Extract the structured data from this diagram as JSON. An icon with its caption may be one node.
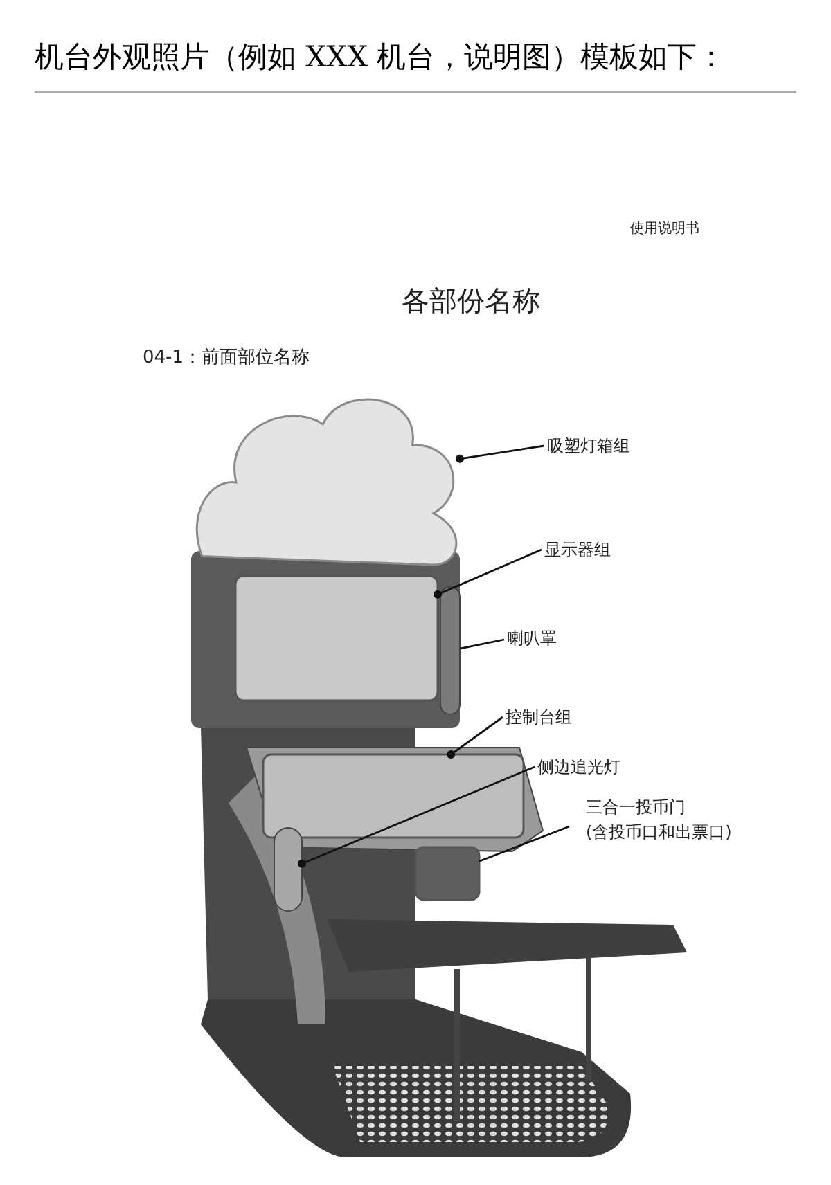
{
  "diagram": {
    "title": "机台外观照片（例如 XXX 机台，说明图）模板如下：",
    "nodes": [
      {
        "text": [
          "吸塑灯箱组"
        ]
      },
      {
        "text": [
          "显示器组"
        ]
      },
      {
        "text": [
          "喇叭罩"
        ]
      },
      {
        "text": [
          "控制台组"
        ]
      },
      {
        "text": [
          "侧边追光灯"
        ]
      },
      {
        "text": [
          "三合一投币门",
          "(含投币口和出票口)"
        ]
      },
      {
        "text": [],
        "shape": "cloud"
      },
      {
        "text": [],
        "shape": "box"
      },
      {
        "text": [],
        "shape": "bar"
      },
      {
        "text": [],
        "shape": "box"
      },
      {
        "text": [],
        "shape": "bar"
      },
      {
        "text": [],
        "shape": "box"
      }
    ],
    "edges": [
      {
        "from": 0,
        "to": 6,
        "arrow": "other"
      },
      {
        "from": 1,
        "to": 7,
        "arrow": "other"
      },
      {
        "from": 2,
        "to": 8,
        "arrow": "none"
      },
      {
        "from": 3,
        "to": 9,
        "arrow": "other"
      },
      {
        "from": 4,
        "to": 10,
        "arrow": "other"
      },
      {
        "from": 5,
        "to": 11,
        "arrow": "none"
      }
    ],
    "labels": [
      "使用说明书",
      "各部份名称",
      "04-1：前面部位名称"
    ]
  }
}
